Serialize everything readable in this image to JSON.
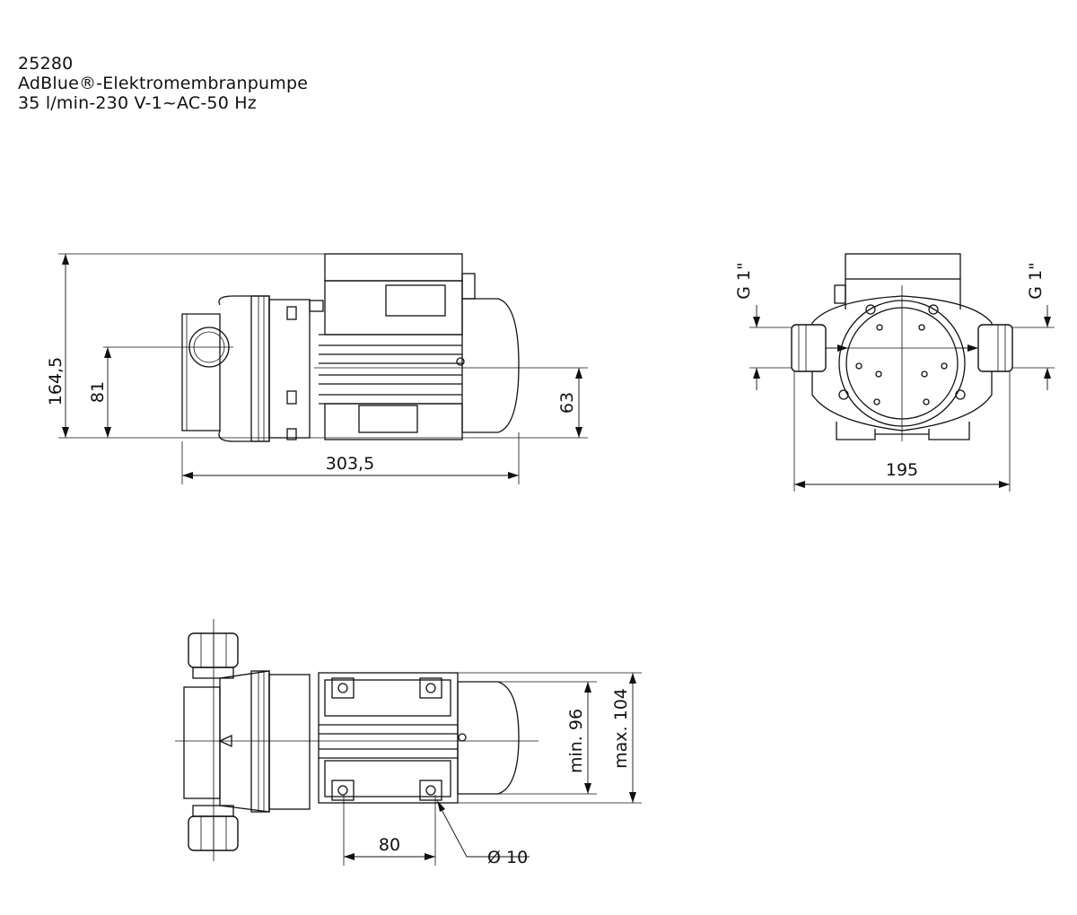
{
  "title": {
    "article_number": "25280",
    "product_name": "AdBlue®-Elektromembranpumpe",
    "specs": "35 l/min-230 V-1~AC-50 Hz"
  },
  "side_view": {
    "dim_total_height": "164,5",
    "dim_inlet_height": "81",
    "dim_axis_height": "63",
    "dim_total_length": "303,5"
  },
  "front_view": {
    "dim_width": "195",
    "port_left": "G 1\"",
    "port_right": "G 1\""
  },
  "top_view": {
    "dim_min": "min. 96",
    "dim_max": "max. 104",
    "dim_hole_spacing": "80",
    "dim_hole_diameter": "Ø 10"
  }
}
